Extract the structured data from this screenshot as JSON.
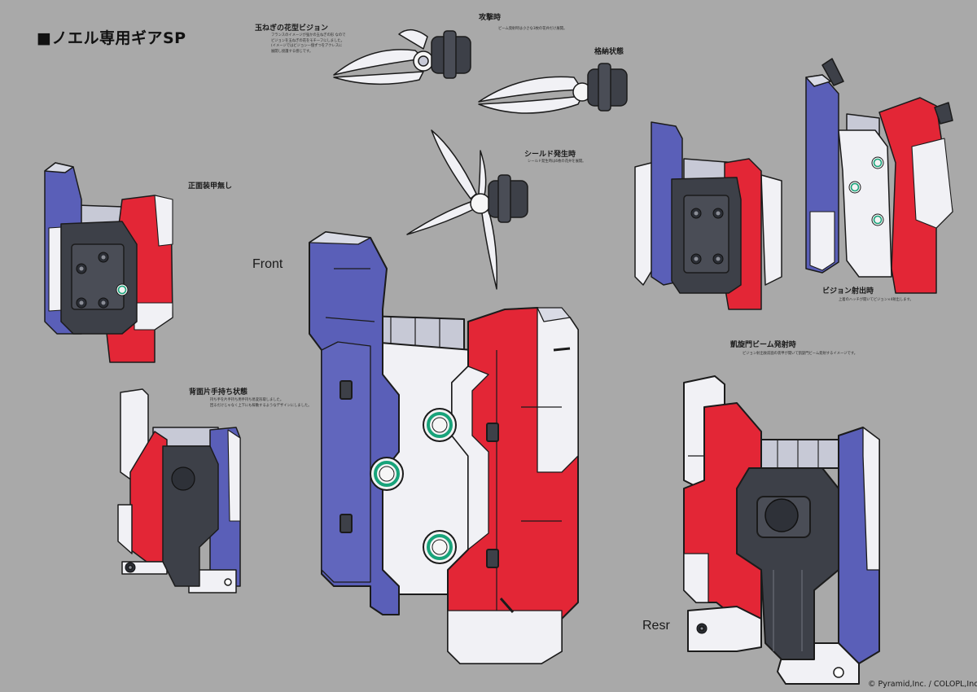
{
  "sheet_title": "■ノエル専用ギアSP",
  "view_labels": {
    "front": "Front",
    "rear": "Resr"
  },
  "captions": {
    "onion_bit": "玉ねぎの花型ビジョン",
    "attack": "攻撃時",
    "stowed": "格納状態",
    "shield": "シールド発生時",
    "no_armor": "正面装甲無し",
    "back_hold": "背面片手持ち状態",
    "bit_launch": "ビジョン射出時",
    "gate_beam": "凱旋門ビーム発射時"
  },
  "notes": {
    "onion_bit": [
      "フランスのイメージが強かの玉ねぎの形 なので",
      "ビジョンを玉ねぎの花をモチーフにしました。",
      "(イメージではビジョン一個ずつをアクレスに",
      "展開し接護する感じです。"
    ],
    "attack": [
      "ビーム発射時は小さな3枚の花弁だけ展開。"
    ],
    "shield": [
      "シールド発生時は6枚の花弁を展開。"
    ],
    "back_hold": [
      "持ち手を片手持ち用手持ち易変形取しました。",
      "回るだけじゃなく上下にも稼動するようなデザインにしました。"
    ],
    "bit_launch": [
      "上着のハッチが開いてビジョン×4射出します。"
    ],
    "gate_beam": [
      "ビジョン射出後前面の装甲が開いて凱旋門ビーム発射するイメージです。"
    ]
  },
  "copyright": "© Pyramid,Inc. / COLOPL,Inc.",
  "colors": {
    "background": "#a9a9a9",
    "blue": "#5a5fb8",
    "red": "#e32636",
    "white": "#f1f1f5",
    "dark": "#3d4048",
    "grey_block": "#c7c9d6",
    "emitter_green": "#18a37a",
    "outline": "#1b1b1b"
  }
}
